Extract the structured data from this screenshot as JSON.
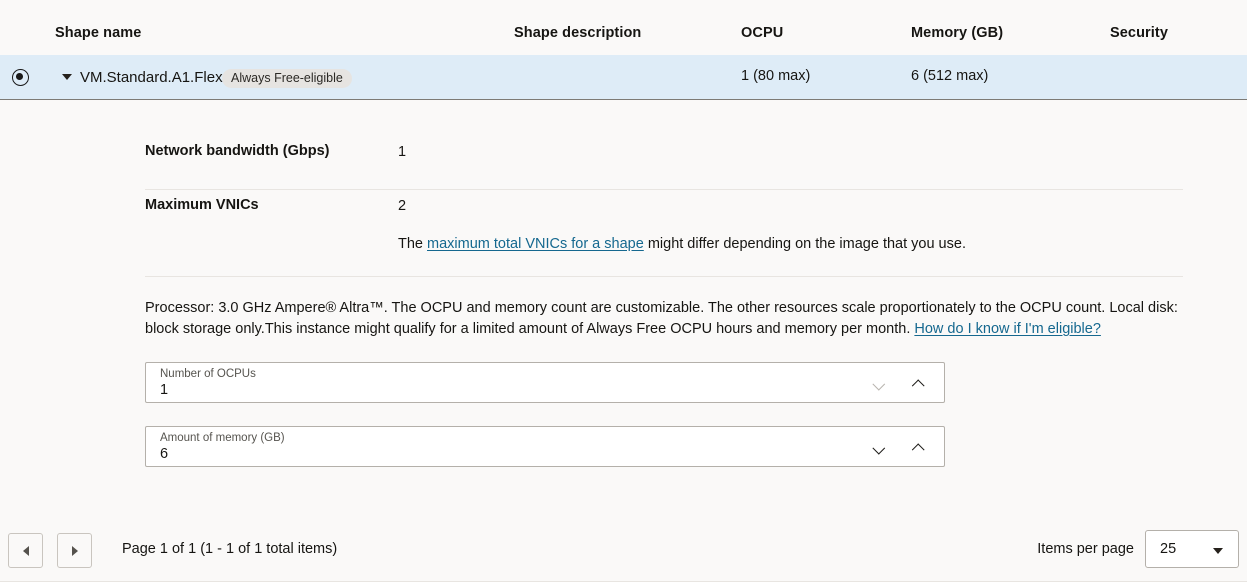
{
  "table": {
    "columns": [
      {
        "key": "shape_name",
        "label": "Shape name"
      },
      {
        "key": "shape_description",
        "label": "Shape description"
      },
      {
        "key": "ocpu",
        "label": "OCPU"
      },
      {
        "key": "memory",
        "label": "Memory (GB)"
      },
      {
        "key": "security",
        "label": "Security"
      }
    ],
    "rows": [
      {
        "selected": true,
        "expanded": true,
        "shape_name": "VM.Standard.A1.Flex",
        "badge": "Always Free-eligible",
        "shape_description": "",
        "ocpu": "1 (80 max)",
        "memory": "6 (512 max)",
        "security": ""
      }
    ]
  },
  "detail": {
    "specs": [
      {
        "label": "Network bandwidth (Gbps)",
        "value": "1"
      },
      {
        "label": "Maximum VNICs",
        "value": "2"
      }
    ],
    "vnic_note": {
      "before": "The ",
      "link": "maximum total VNICs for a shape",
      "after": " might differ depending on the image that you use."
    },
    "description": {
      "before": "Processor: 3.0 GHz Ampere® Altra™. The OCPU and memory count are customizable. The other resources scale proportionately to the OCPU count. Local disk: block storage only.This instance might qualify for a limited amount of Always Free OCPU hours and memory per month. ",
      "link": "How do I know if I'm eligible?"
    },
    "steppers": [
      {
        "label": "Number of OCPUs",
        "value": "1",
        "decrement_enabled": false,
        "increment_enabled": true
      },
      {
        "label": "Amount of memory (GB)",
        "value": "6",
        "decrement_enabled": true,
        "increment_enabled": true
      }
    ]
  },
  "footer": {
    "page_info": "Page 1 of 1 (1 - 1 of 1 total items)",
    "items_per_page_label": "Items per page",
    "items_per_page_value": "25",
    "items_per_page_options": [
      "25"
    ]
  },
  "colors": {
    "page_background": "#faf9f8",
    "selected_row": "#deecf7",
    "link": "#15688f",
    "badge_background": "#e6e4e1",
    "field_border": "#b4b0aa"
  }
}
